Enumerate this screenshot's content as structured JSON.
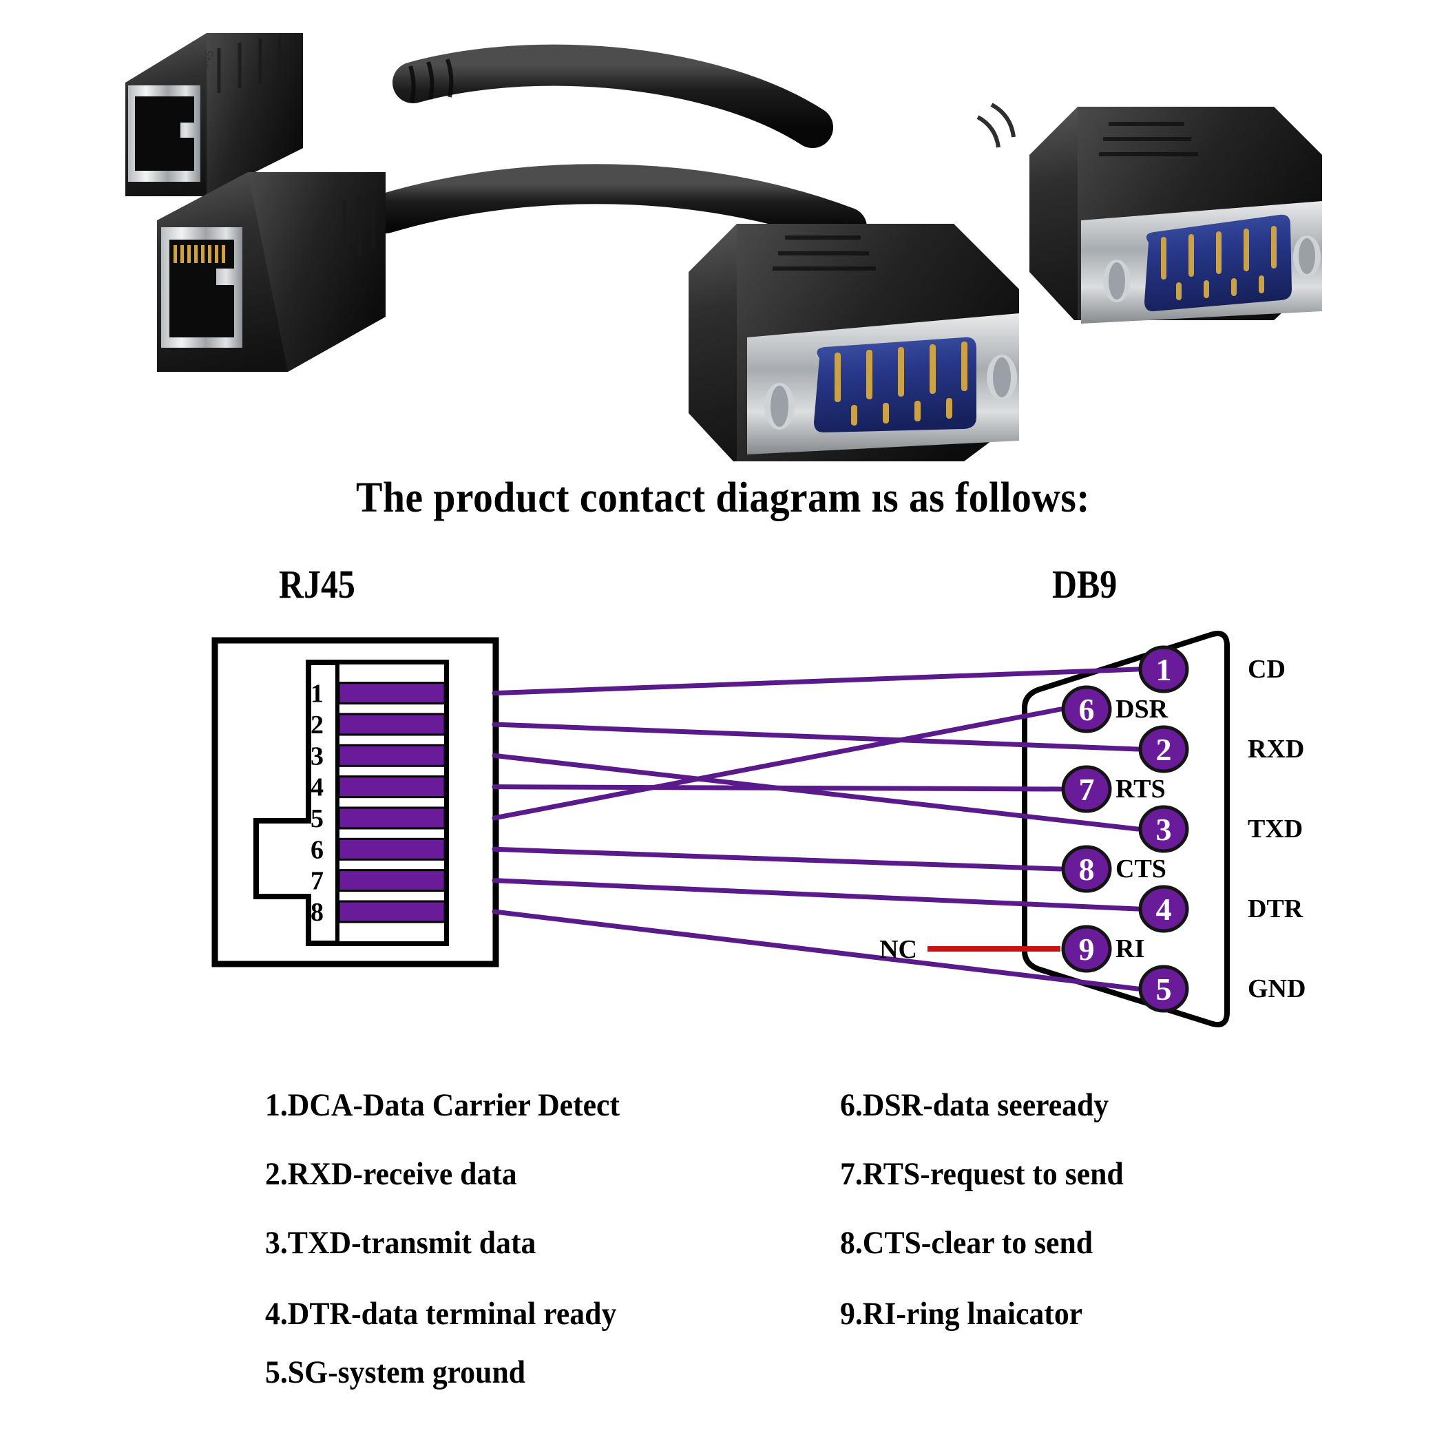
{
  "title": "The product contact diagram ıs as follows:",
  "headers": {
    "left": "RJ45",
    "right": "DB9"
  },
  "colors": {
    "wire": "#5B1A8B",
    "pin_fill": "#6A1B9A",
    "nc_wire": "#CC1111",
    "outline": "#000000",
    "background": "#FFFFFF"
  },
  "rj45": {
    "pins": [
      "1",
      "2",
      "3",
      "4",
      "5",
      "6",
      "7",
      "8"
    ]
  },
  "db9": {
    "pins": [
      {
        "num": "1",
        "inner_label": "",
        "outer_label": "CD"
      },
      {
        "num": "6",
        "inner_label": "DSR",
        "outer_label": ""
      },
      {
        "num": "2",
        "inner_label": "",
        "outer_label": "RXD"
      },
      {
        "num": "7",
        "inner_label": "RTS",
        "outer_label": ""
      },
      {
        "num": "3",
        "inner_label": "",
        "outer_label": "TXD"
      },
      {
        "num": "8",
        "inner_label": "CTS",
        "outer_label": ""
      },
      {
        "num": "4",
        "inner_label": "",
        "outer_label": "DTR"
      },
      {
        "num": "9",
        "inner_label": "RI",
        "outer_label": ""
      },
      {
        "num": "5",
        "inner_label": "",
        "outer_label": "GND"
      }
    ],
    "nc_label": "NC"
  },
  "connections": [
    {
      "from": "1",
      "to": "1"
    },
    {
      "from": "2",
      "to": "2"
    },
    {
      "from": "3",
      "to": "3"
    },
    {
      "from": "4",
      "to": "7"
    },
    {
      "from": "5",
      "to": "6"
    },
    {
      "from": "6",
      "to": "8"
    },
    {
      "from": "7",
      "to": "4"
    },
    {
      "from": "8",
      "to": "5"
    },
    {
      "from": "NC",
      "to": "9"
    }
  ],
  "legend": {
    "left": [
      "1.DCA-Data Carrier Detect",
      "2.RXD-receive data",
      "3.TXD-transmit data",
      "4.DTR-data terminal ready",
      "5.SG-system ground"
    ],
    "right": [
      "6.DSR-data seeready",
      "7.RTS-request to send",
      "8.CTS-clear to send",
      "9.RI-ring lnaicator"
    ]
  }
}
